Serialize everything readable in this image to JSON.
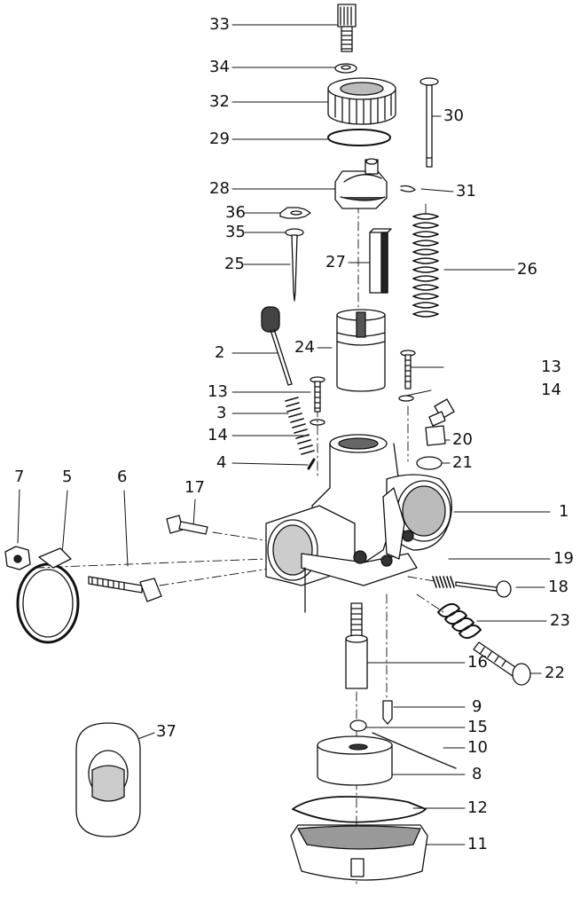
{
  "colors": {
    "ink": "#111111",
    "paper": "#ffffff",
    "shade": "#7a7a7a"
  },
  "labels": {
    "p1": "1",
    "p2": "2",
    "p3": "3",
    "p4": "4",
    "p5": "5",
    "p6": "6",
    "p7": "7",
    "p8": "8",
    "p9": "9",
    "p10": "10",
    "p11": "11",
    "p12": "12",
    "p13a": "13",
    "p13b": "13",
    "p14a": "14",
    "p14b": "14",
    "p15": "15",
    "p16": "16",
    "p17": "17",
    "p18": "18",
    "p19": "19",
    "p20": "20",
    "p21": "21",
    "p22": "22",
    "p23": "23",
    "p24": "24",
    "p25": "25",
    "p26": "26",
    "p27": "27",
    "p28": "28",
    "p29": "29",
    "p30": "30",
    "p31": "31",
    "p32": "32",
    "p33": "33",
    "p34": "34",
    "p35": "35",
    "p36": "36",
    "p37": "37"
  }
}
